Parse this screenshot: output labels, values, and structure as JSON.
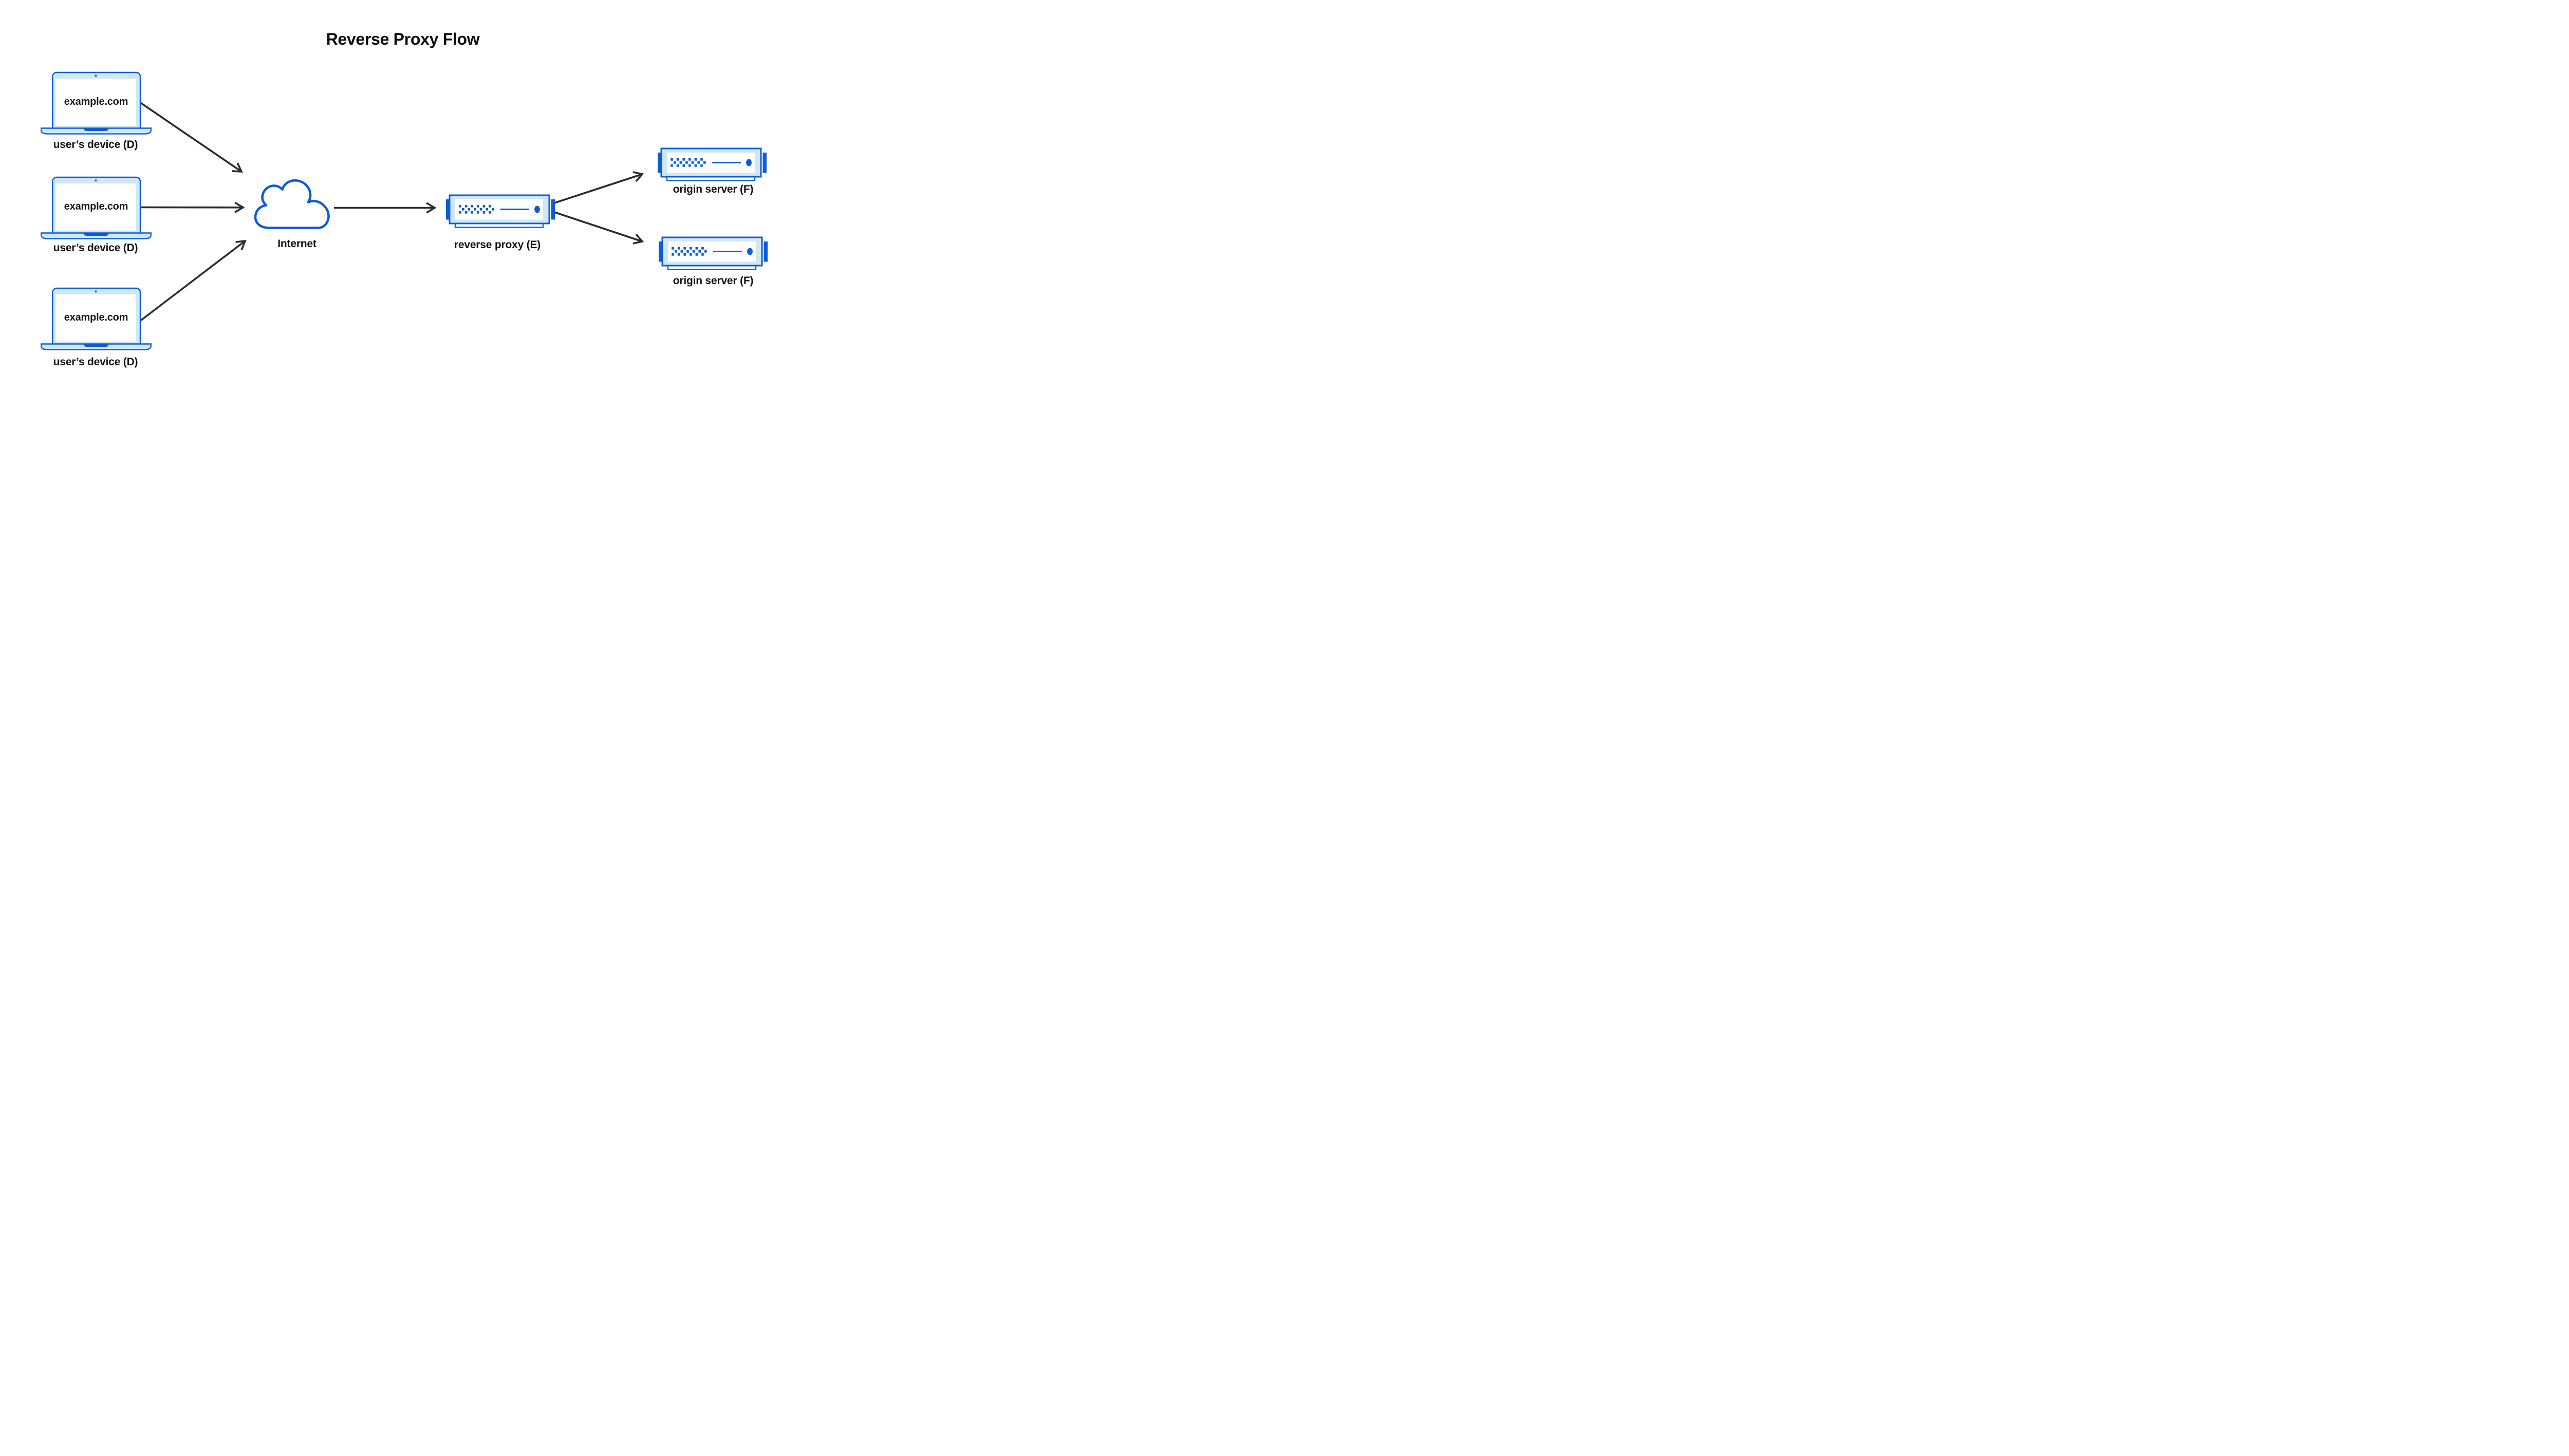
{
  "title": "Reverse Proxy Flow",
  "colors": {
    "accent_blue": "#0d5cd6",
    "light_blue_fill": "#cfe8f4",
    "white": "#ffffff",
    "arrow_ink": "#2b2b2b",
    "text_ink": "#111111"
  },
  "devices": [
    {
      "screen_text": "example.com",
      "label": "user’s device (D)"
    },
    {
      "screen_text": "example.com",
      "label": "user’s device (D)"
    },
    {
      "screen_text": "example.com",
      "label": "user’s device (D)"
    }
  ],
  "internet": {
    "label": "Internet"
  },
  "proxy": {
    "label": "reverse proxy (E)"
  },
  "origins": [
    {
      "label": "origin server (F)"
    },
    {
      "label": "origin server (F)"
    }
  ]
}
